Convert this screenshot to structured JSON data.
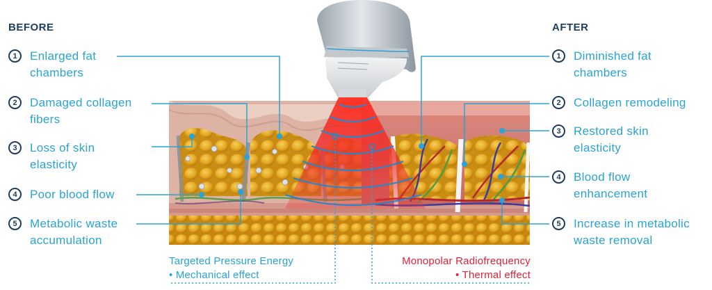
{
  "before": {
    "heading": "BEFORE",
    "items": [
      {
        "num": "1",
        "line1": "Enlarged fat",
        "line2": "chambers"
      },
      {
        "num": "2",
        "line1": "Damaged collagen",
        "line2": "fibers"
      },
      {
        "num": "3",
        "line1": "Loss of skin",
        "line2": "elasticity"
      },
      {
        "num": "4",
        "line1": "Poor blood flow",
        "line2": ""
      },
      {
        "num": "5",
        "line1": "Metabolic waste",
        "line2": "accumulation"
      }
    ]
  },
  "after": {
    "heading": "AFTER",
    "items": [
      {
        "num": "1",
        "line1": "Diminished fat",
        "line2": "chambers"
      },
      {
        "num": "2",
        "line1": "Collagen remodeling",
        "line2": ""
      },
      {
        "num": "3",
        "line1": "Restored skin",
        "line2": "elasticity"
      },
      {
        "num": "4",
        "line1": "Blood flow",
        "line2": "enhancement"
      },
      {
        "num": "5",
        "line1": "Increase in metabolic",
        "line2": "waste removal"
      }
    ]
  },
  "captions": {
    "left_line1": "Targeted Pressure Energy",
    "left_line2": "• Mechanical effect",
    "right_line1": "Monopolar Radiofrequency",
    "right_line2": "• Thermal effect"
  },
  "colors": {
    "accent": "#2aa3d4",
    "heading": "#1d3d5c",
    "rf_red": "#e0223a",
    "fat": "#e2a41e",
    "skin": "#e6c3b4"
  }
}
